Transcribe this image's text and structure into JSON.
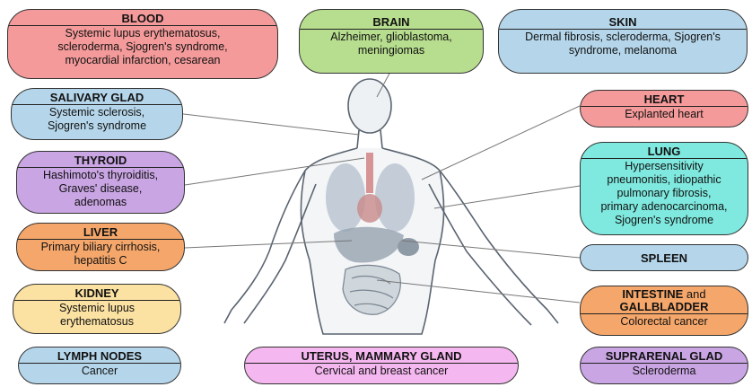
{
  "organs": {
    "blood": {
      "title": "BLOOD",
      "body": "Systemic lupus erythematosus,\nscleroderma, Sjogren's syndrome,\nmyocardial infarction, cesarean"
    },
    "brain": {
      "title": "BRAIN",
      "body": "Alzheimer, glioblastoma,\nmeningiomas"
    },
    "skin": {
      "title": "SKIN",
      "body": "Dermal fibrosis, scleroderma, Sjogren's\nsyndrome, melanoma"
    },
    "salivary": {
      "title": "SALIVARY GLAD",
      "body": "Systemic sclerosis,\nSjogren's syndrome"
    },
    "heart": {
      "title": "HEART",
      "body": "Explanted heart"
    },
    "thyroid": {
      "title": "THYROID",
      "body": "Hashimoto's thyroiditis,\nGraves' disease,\nadenomas"
    },
    "lung": {
      "title": "LUNG",
      "body": "Hypersensitivity\npneumonitis, idiopathic\npulmonary fibrosis,\nprimary adenocarcinoma,\nSjogren's syndrome"
    },
    "liver": {
      "title": "LIVER",
      "body": "Primary biliary cirrhosis,\nhepatitis C"
    },
    "spleen": {
      "title": "SPLEEN"
    },
    "kidney": {
      "title": "KIDNEY",
      "body": "Systemic lupus\nerythematosus"
    },
    "intestine": {
      "title_a": "INTESTINE",
      "title_and": " and",
      "title_b": "GALLBLADDER",
      "body": "Colorectal cancer"
    },
    "lymph": {
      "title": "LYMPH NODES",
      "body": "Cancer"
    },
    "uterus": {
      "title": "UTERUS, MAMMARY GLAND",
      "body": "Cervical and breast cancer"
    },
    "suprarenal": {
      "title": "SUPRARENAL GLAD",
      "body": "Scleroderma"
    }
  },
  "colors": {
    "red": "#f49a9a",
    "green": "#b7dd8e",
    "blue": "#b5d6ea",
    "purple": "#c9a5e3",
    "orange": "#f5a76b",
    "yellow": "#fbe1a2",
    "teal": "#7fe9df",
    "pink": "#f5b7f0",
    "figure_outline": "#5a6470",
    "organ": "#9aa7b4"
  }
}
